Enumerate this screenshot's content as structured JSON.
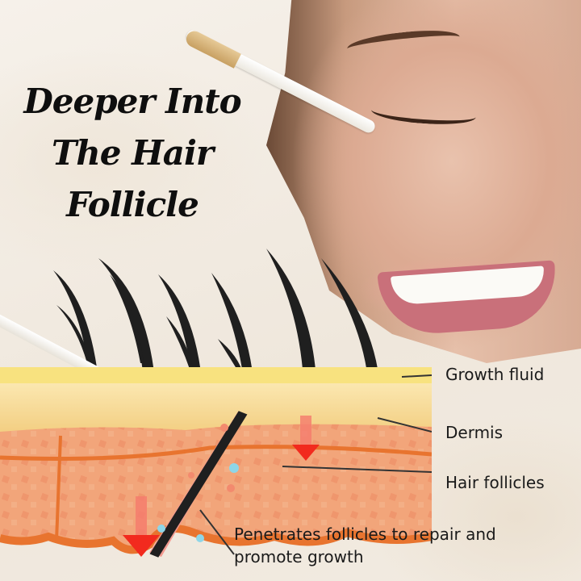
{
  "title": {
    "lines": [
      "Deeper Into",
      "The Hair",
      "Follicle"
    ]
  },
  "labels": {
    "growth_fluid": "Growth fluid",
    "dermis": "Dermis",
    "hair_follicles": "Hair follicles"
  },
  "caption": {
    "line1": "Penetrates follicles to repair and",
    "line2": "promote growth"
  },
  "colors": {
    "growth_fluid": "#f7e07a",
    "dermis": "#f5d58a",
    "follicle_tissue": "#f2a57a",
    "follicle_border": "#e8742f",
    "arrow": "#f22a1e",
    "hair": "#1f1f1f",
    "text": "#1a1a1a"
  }
}
